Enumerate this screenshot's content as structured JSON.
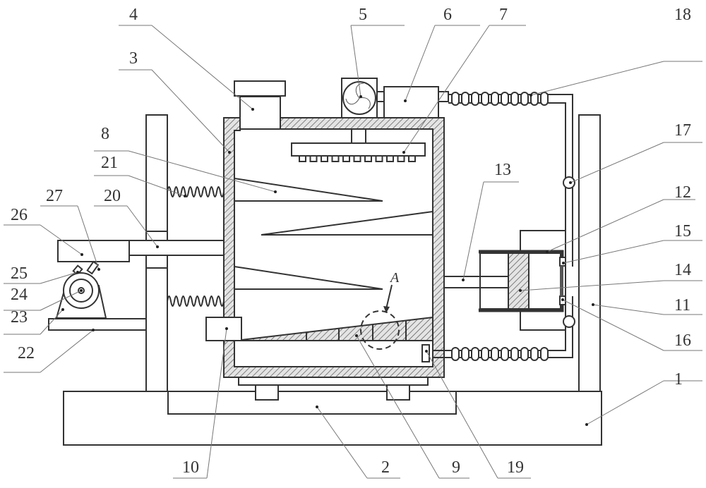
{
  "diagram": {
    "type": "patent-mechanical-drawing",
    "detail_marker": "A",
    "callouts": [
      {
        "id": "1",
        "label": "1"
      },
      {
        "id": "2",
        "label": "2"
      },
      {
        "id": "3",
        "label": "3"
      },
      {
        "id": "4",
        "label": "4"
      },
      {
        "id": "5",
        "label": "5"
      },
      {
        "id": "6",
        "label": "6"
      },
      {
        "id": "7",
        "label": "7"
      },
      {
        "id": "8",
        "label": "8"
      },
      {
        "id": "9",
        "label": "9"
      },
      {
        "id": "10",
        "label": "10"
      },
      {
        "id": "11",
        "label": "11"
      },
      {
        "id": "12",
        "label": "12"
      },
      {
        "id": "13",
        "label": "13"
      },
      {
        "id": "14",
        "label": "14"
      },
      {
        "id": "15",
        "label": "15"
      },
      {
        "id": "16",
        "label": "16"
      },
      {
        "id": "17",
        "label": "17"
      },
      {
        "id": "18",
        "label": "18"
      },
      {
        "id": "19",
        "label": "19"
      },
      {
        "id": "20",
        "label": "20"
      },
      {
        "id": "21",
        "label": "21"
      },
      {
        "id": "22",
        "label": "22"
      },
      {
        "id": "23",
        "label": "23"
      },
      {
        "id": "24",
        "label": "24"
      },
      {
        "id": "25",
        "label": "25"
      },
      {
        "id": "26",
        "label": "26"
      },
      {
        "id": "27",
        "label": "27"
      }
    ],
    "colors": {
      "line": "#333333",
      "leader": "#777777",
      "background": "#ffffff"
    }
  }
}
